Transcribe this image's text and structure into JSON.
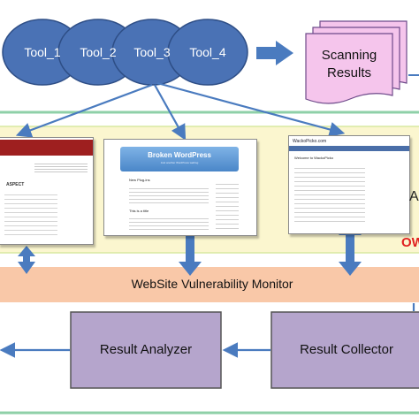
{
  "tools": [
    {
      "label": "Tool_1"
    },
    {
      "label": "Tool_2"
    },
    {
      "label": "Tool_3"
    },
    {
      "label": "Tool_4"
    }
  ],
  "scanning_results": {
    "line1": "Scanning",
    "line2": "Results"
  },
  "side_letter": "A",
  "owasp_fragment": "OW",
  "monitor_label": "WebSite Vulnerability Monitor",
  "analyzer_label": "Result Analyzer",
  "collector_label": "Result Collector",
  "screenshots": {
    "wordpress_title": "Broken WordPress",
    "wordpress_subtitle": "Just another WordPress weblog",
    "wordpress_post1": "New Plug-ins",
    "wordpress_post2": "This is a title",
    "wackopicko_header": "WackoPicko.com",
    "wackopicko_welcome": "Welcome to WackoPicko",
    "aspect_logo": "ASPECT"
  },
  "colors": {
    "tool_fill": "#4a72b5",
    "arrow": "#4a7bbf",
    "monitor_fill": "#f9c8a8",
    "band_fill": "#fbf6cf",
    "outer_border": "#8fd0a8",
    "purple_box": "#b5a5cc",
    "scan_fill": "#f5c5ec"
  }
}
